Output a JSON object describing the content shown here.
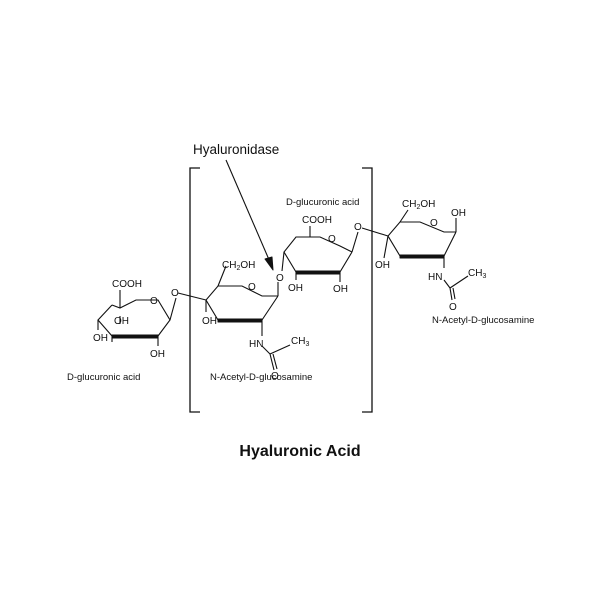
{
  "title": "Hyaluronic Acid",
  "enzyme": "Hyaluronidase",
  "residues": {
    "glcA_left": "D-glucuronic acid",
    "glcNAc_middle": "N-Acetyl-D-glucosamine",
    "glcA_middle": "D-glucuronic acid",
    "glcNAc_right": "N-Acetyl-D-glucosamine"
  },
  "atoms": {
    "cooh": "COOH",
    "oh": "OH",
    "o": "O",
    "nh": "HN",
    "ch3": "CH",
    "ch3_sub": "3",
    "ch2oh_pre": "CH",
    "ch2oh_sub": "2",
    "ch2oh_post": "OH"
  },
  "colors": {
    "ink": "#111111",
    "background": "#ffffff"
  }
}
